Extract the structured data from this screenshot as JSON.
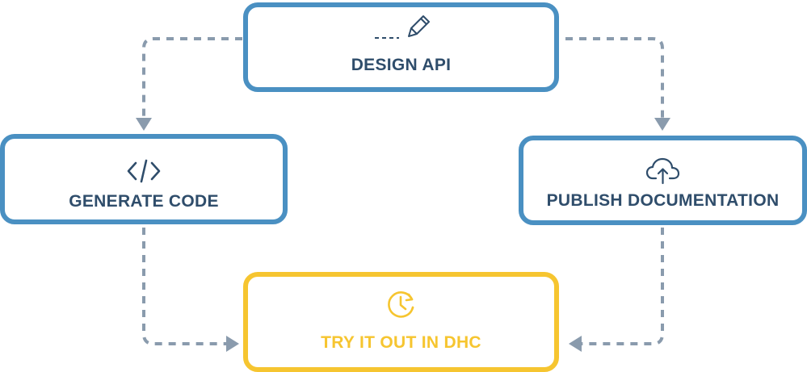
{
  "steps": {
    "design": {
      "label": "DESIGN API",
      "icon": "pencil-icon"
    },
    "generate": {
      "label": "GENERATE CODE",
      "icon": "code-icon"
    },
    "publish": {
      "label": "PUBLISH DOCUMENTATION",
      "icon": "cloud-upload-icon"
    },
    "try": {
      "label": "TRY IT OUT IN DHC",
      "icon": "clock-icon"
    }
  },
  "colors": {
    "box_border": "#4a90c2",
    "text": "#2f4d6b",
    "accent": "#f6c530",
    "connector": "#8a9bad"
  }
}
